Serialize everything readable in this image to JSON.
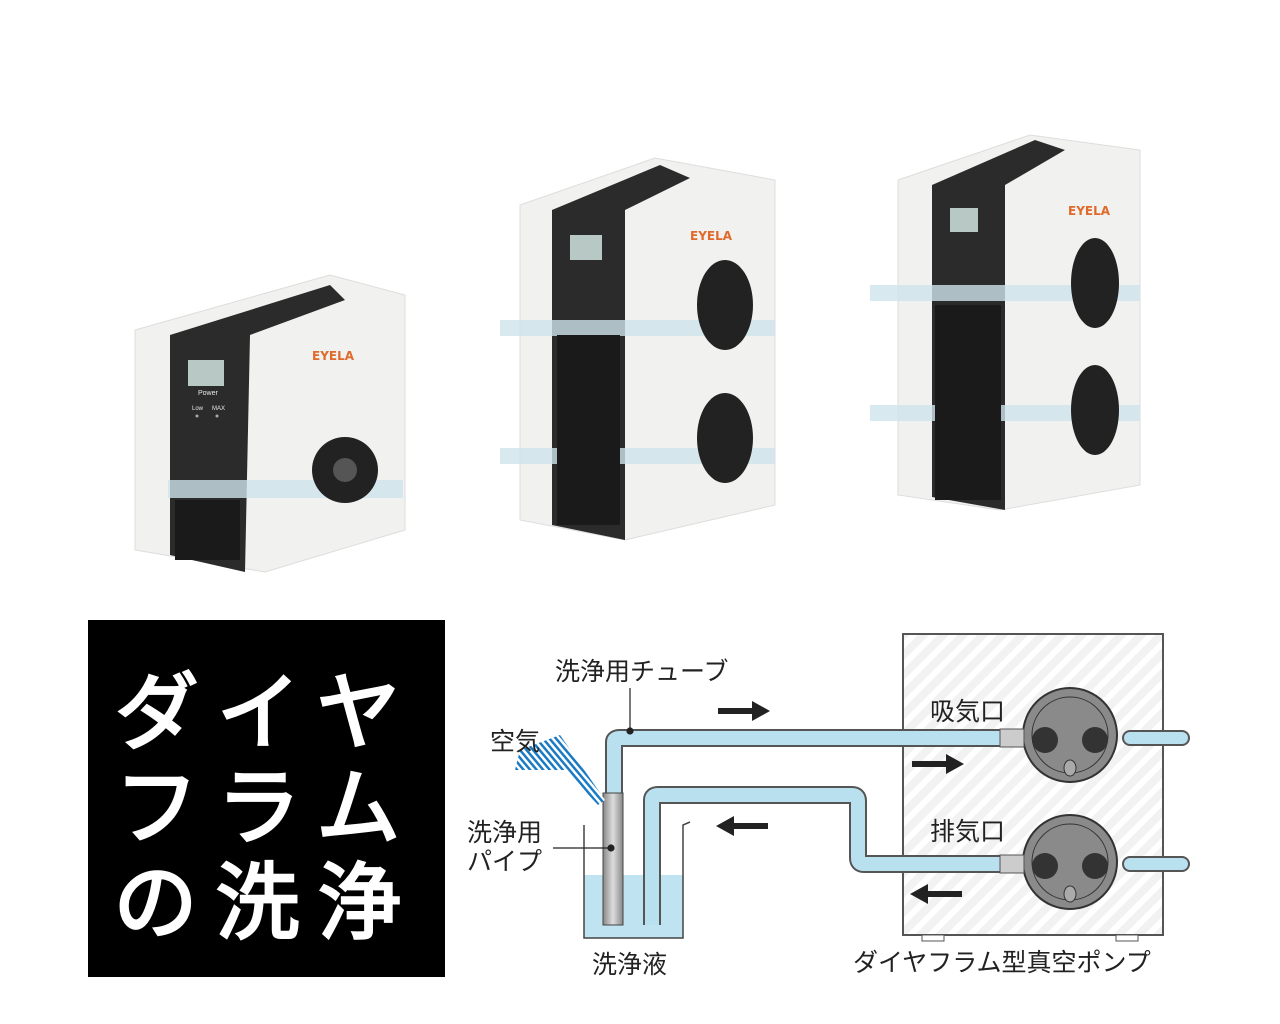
{
  "product_photo": {
    "brand_logo": "EYELA",
    "panel_labels": [
      "Power",
      "Low",
      "MAX"
    ]
  },
  "title_panel": {
    "lines": [
      "ダイヤ",
      "フラム",
      "の洗浄"
    ]
  },
  "diagram": {
    "labels": {
      "cleaning_tube": "洗浄用チューブ",
      "air": "空気",
      "cleaning_pipe_line1": "洗浄用",
      "cleaning_pipe_line2": "パイプ",
      "intake_port": "吸気口",
      "exhaust_port": "排気口",
      "cleaning_liquid": "洗浄液",
      "pump_name": "ダイヤフラム型真空ポンプ"
    },
    "colors": {
      "tube": "#b9e0ef",
      "air": "#1a7bc4",
      "liquid": "#bfe3f0",
      "title_bg": "#000000"
    }
  }
}
